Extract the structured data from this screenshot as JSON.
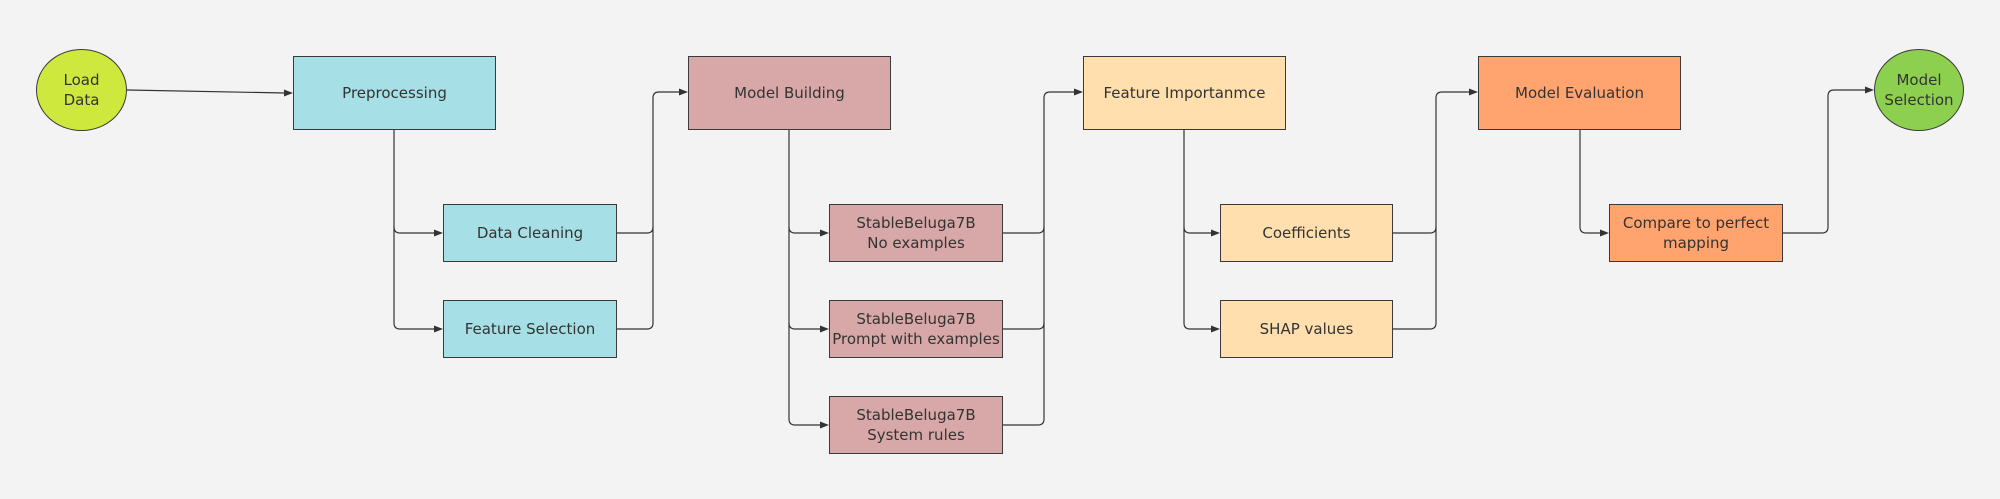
{
  "colors": {
    "background": "#f3f3f3",
    "lime": "#cfe83e",
    "cyan": "#a6dfe6",
    "rose": "#d8a8a8",
    "cream": "#ffdfae",
    "orange": "#ffa46e",
    "green": "#8dd04f",
    "line": "#333333"
  },
  "nodes": {
    "load_data": {
      "label": "Load\nData"
    },
    "preprocessing": {
      "label": "Preprocessing"
    },
    "data_cleaning": {
      "label": "Data Cleaning"
    },
    "feature_selection": {
      "label": "Feature Selection"
    },
    "model_building": {
      "label": "Model Building"
    },
    "sb_no_examples": {
      "label": "StableBeluga7B\nNo examples"
    },
    "sb_prompt_examples": {
      "label": "StableBeluga7B\nPrompt with examples"
    },
    "sb_system_rules": {
      "label": "StableBeluga7B\nSystem rules"
    },
    "feature_importance": {
      "label": "Feature Importanmce"
    },
    "coefficients": {
      "label": "Coefficients"
    },
    "shap_values": {
      "label": "SHAP values"
    },
    "model_evaluation": {
      "label": "Model Evaluation"
    },
    "compare_mapping": {
      "label": "Compare to perfect\nmapping"
    },
    "model_selection": {
      "label": "Model\nSelection"
    }
  }
}
